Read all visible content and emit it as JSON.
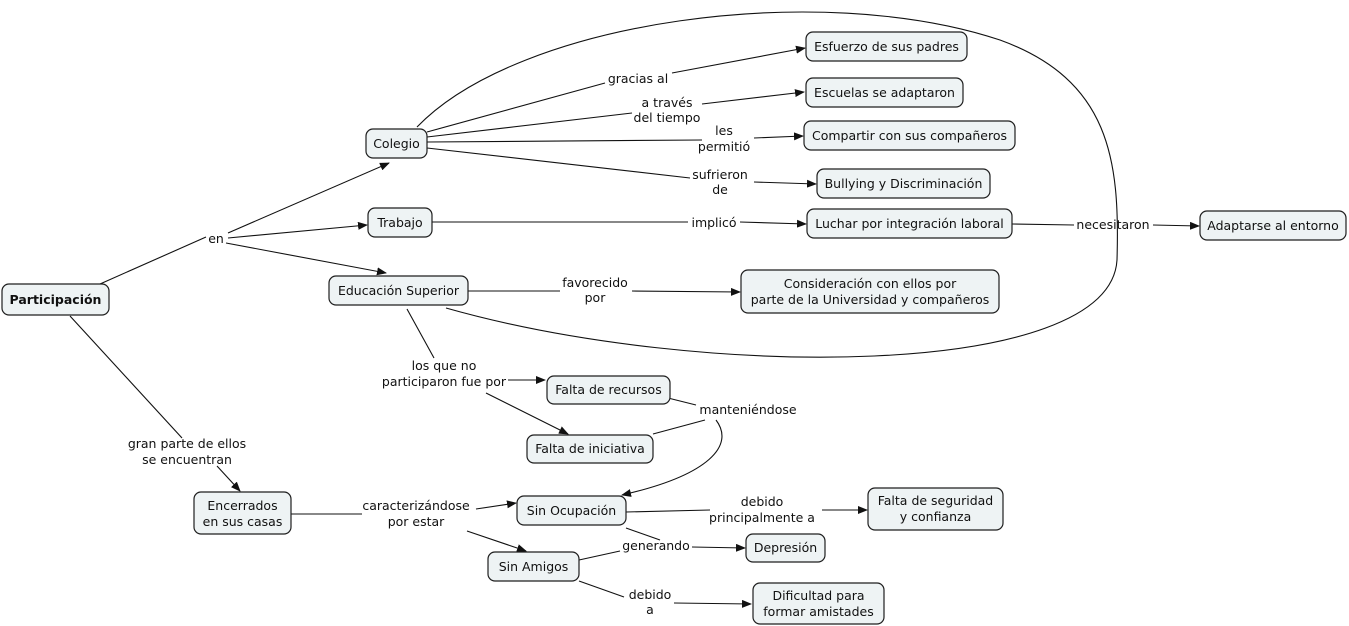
{
  "nodes": {
    "participacion": "Participación",
    "colegio": "Colegio",
    "trabajo": "Trabajo",
    "educacion_superior": "Educación Superior",
    "esfuerzo": "Esfuerzo de sus padres",
    "escuelas": "Escuelas se adaptaron",
    "compartir": "Compartir con sus compañeros",
    "bullying": "Bullying y Discriminación",
    "luchar": "Luchar por integración laboral",
    "adaptarse": "Adaptarse al entorno",
    "consideracion_1": "Consideración con ellos por",
    "consideracion_2": "parte  de la Universidad y compañeros",
    "falta_recursos": "Falta de recursos",
    "falta_iniciativa": "Falta de iniciativa",
    "encerrados_1": "Encerrados",
    "encerrados_2": "en sus casas",
    "sin_ocupacion": "Sin Ocupación",
    "sin_amigos": "Sin Amigos",
    "falta_seguridad_1": "Falta de seguridad",
    "falta_seguridad_2": "y confianza",
    "depresion": "Depresión",
    "dificultad_1": "Dificultad para",
    "dificultad_2": "formar amistades"
  },
  "links": {
    "en": "en",
    "gracias_al": "gracias al",
    "a_traves_1": "a través",
    "a_traves_2": "del tiempo",
    "les_permitio_1": "les",
    "les_permitio_2": "permitió",
    "sufrieron_1": "sufrieron",
    "sufrieron_2": "de",
    "implico": "implicó",
    "necesitaron": "necesitaron",
    "favorecido_1": "favorecido",
    "favorecido_2": "por",
    "los_que_no_1": "los que no",
    "los_que_no_2": "participaron fue por",
    "manteniendose": "manteniéndose",
    "gran_parte_1": "gran parte de ellos",
    "gran_parte_2": "se encuentran",
    "caracterizandose_1": "caracterizándose",
    "caracterizandose_2": "por estar",
    "debido_principal_1": "debido",
    "debido_principal_2": "principalmente a",
    "generando": "generando",
    "debido_a_1": "debido",
    "debido_a_2": "a"
  }
}
